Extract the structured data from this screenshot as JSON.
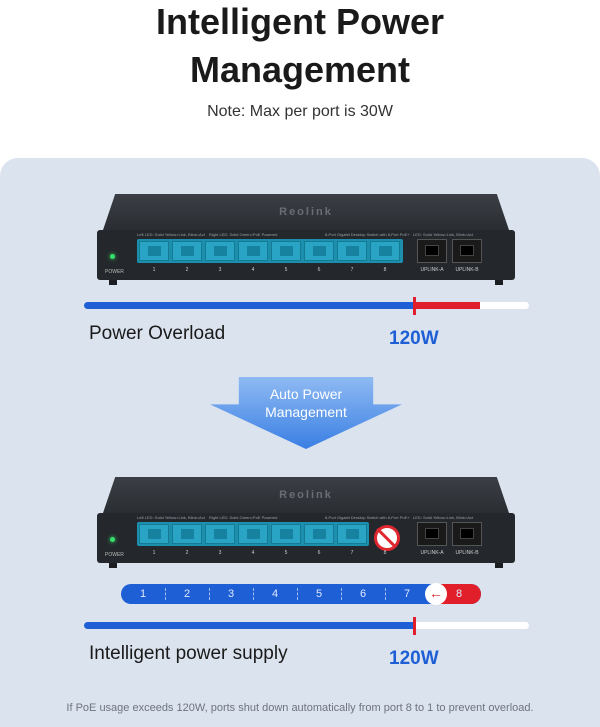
{
  "title": {
    "line1": "Intelligent Power",
    "line2": "Management"
  },
  "note": "Note: Max per port is 30W",
  "switch": {
    "brand": "Reolink",
    "power_label": "POWER",
    "port_numbers": [
      "1",
      "2",
      "3",
      "4",
      "5",
      "6",
      "7",
      "8"
    ],
    "uplinks": [
      "UPLINK-A",
      "UPLINK-B"
    ],
    "led_text_left": "Left LED: Solid Yellow=Link, Blink=Act",
    "led_text_right": "Right LED: Solid Green=PoE Powered",
    "model_text": "8-Port Gigabit Desktop Switch with 8-Port PoE+",
    "led_text_uplink": "LED: Solid Yellow=Link, Blink=Act"
  },
  "top_section": {
    "label": "Power Overload",
    "watt": "120W",
    "blue_fill": 0.74,
    "red_fill": 0.15
  },
  "arrow": {
    "text": "Auto Power Management"
  },
  "bottom_section": {
    "label": "Intelligent power supply",
    "watt": "120W",
    "blue_fill": 0.74,
    "strip_ports": [
      "1",
      "2",
      "3",
      "4",
      "5",
      "6",
      "7",
      "8"
    ],
    "shutdown_port": "8",
    "shutdown_icon": "left-arrow-icon"
  },
  "colors": {
    "blue": "#1e5fd6",
    "red": "#e01f2a",
    "panel": "#dbe3ee",
    "poe_port": "#2aa4c4"
  },
  "footnote": "If PoE usage exceeds 120W, ports shut down automatically from port 8 to 1 to prevent overload."
}
